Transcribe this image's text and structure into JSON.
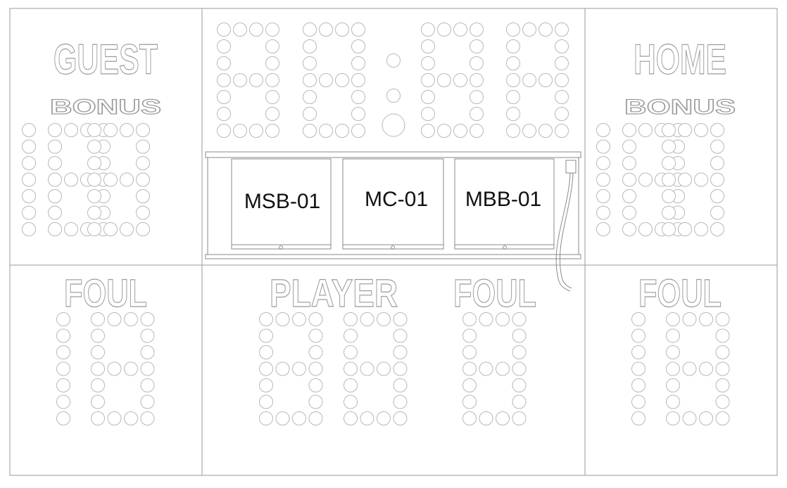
{
  "labels": {
    "guest": "GUEST",
    "home": "HOME",
    "bonus_guest": "BONUS",
    "bonus_home": "BONUS",
    "foul_guest": "FOUL",
    "player": "PLAYER",
    "foul_player": "FOUL",
    "foul_home": "FOUL"
  },
  "modules": {
    "left": "MSB-01",
    "center": "MC-01",
    "right": "MBB-01"
  },
  "displays": {
    "clock": "88:88",
    "guest_score": "188",
    "home_score": "188",
    "guest_fouls": "18",
    "player_number": "88",
    "player_fouls": "8",
    "home_fouls": "18"
  },
  "colors": {
    "line": "#999999",
    "lamp": "#b8b8b8",
    "text": "#111111"
  }
}
